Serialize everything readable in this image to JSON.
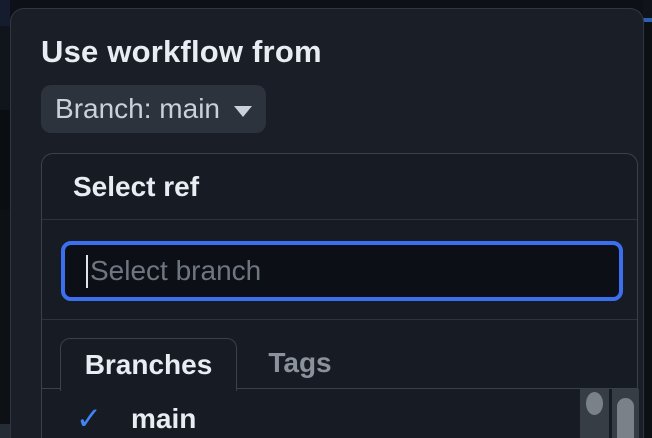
{
  "colors": {
    "page_bg": "#0d1117",
    "modal_bg": "#1a1f27",
    "panel_bg": "#171c24",
    "input_bg": "#0c1016",
    "border": "#3a414b",
    "divider": "#2d333c",
    "button_bg": "#2d333c",
    "button_text": "#c9d1d9",
    "text_primary": "#e8edf3",
    "text_muted": "#8b929c",
    "placeholder": "#6e7681",
    "focus_ring": "#3c6ff0",
    "check_blue": "#4184f4",
    "scroll_track": "#373d45",
    "scroll_thumb": "#7b8188"
  },
  "workflow_panel": {
    "title": "Use workflow from",
    "branch_button": {
      "label": "Branch: main",
      "icon": "caret-down-icon"
    }
  },
  "ref_selector": {
    "header": "Select ref",
    "search_input": {
      "value": "",
      "placeholder": "Select branch"
    },
    "tabs": [
      {
        "label": "Branches",
        "active": true
      },
      {
        "label": "Tags",
        "active": false
      }
    ],
    "items": [
      {
        "label": "main",
        "selected": true,
        "icon": "check-icon"
      }
    ]
  }
}
